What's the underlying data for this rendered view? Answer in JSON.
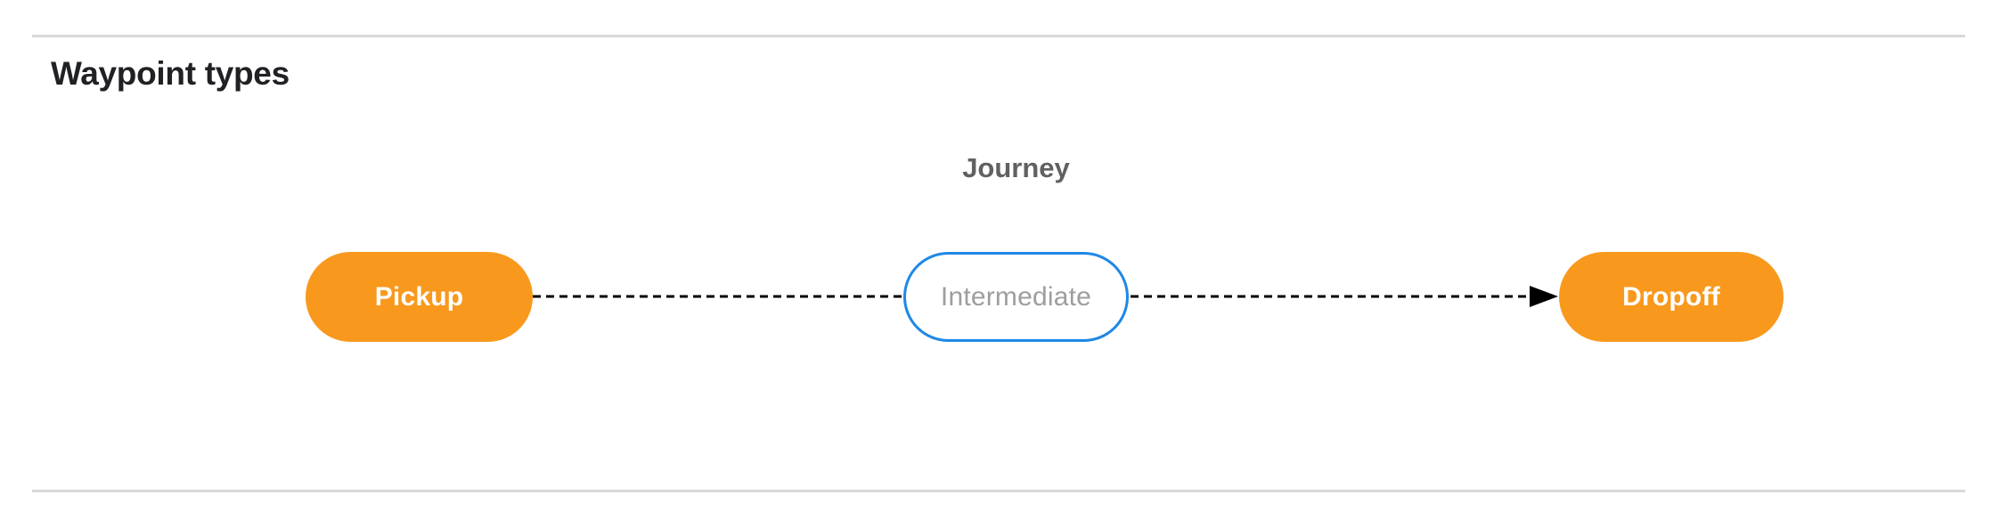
{
  "page": {
    "title": "Waypoint types"
  },
  "diagram": {
    "caption": "Journey",
    "nodes": [
      {
        "id": "pickup",
        "label": "Pickup",
        "style": "filled-orange"
      },
      {
        "id": "intermediate",
        "label": "Intermediate",
        "style": "outlined-blue"
      },
      {
        "id": "dropoff",
        "label": "Dropoff",
        "style": "filled-orange"
      }
    ],
    "edges": [
      {
        "from": "pickup",
        "to": "intermediate",
        "style": "dashed",
        "arrowhead": false
      },
      {
        "from": "intermediate",
        "to": "dropoff",
        "style": "dashed",
        "arrowhead": true
      }
    ],
    "colors": {
      "waypoint_fill": "#F8991D",
      "waypoint_text": "#FFFFFF",
      "intermediate_border": "#1E88E5",
      "intermediate_text": "#9E9E9E",
      "edge": "#000000",
      "caption_text": "#616161",
      "title_text": "#202124",
      "divider": "#D8D8D8"
    }
  }
}
